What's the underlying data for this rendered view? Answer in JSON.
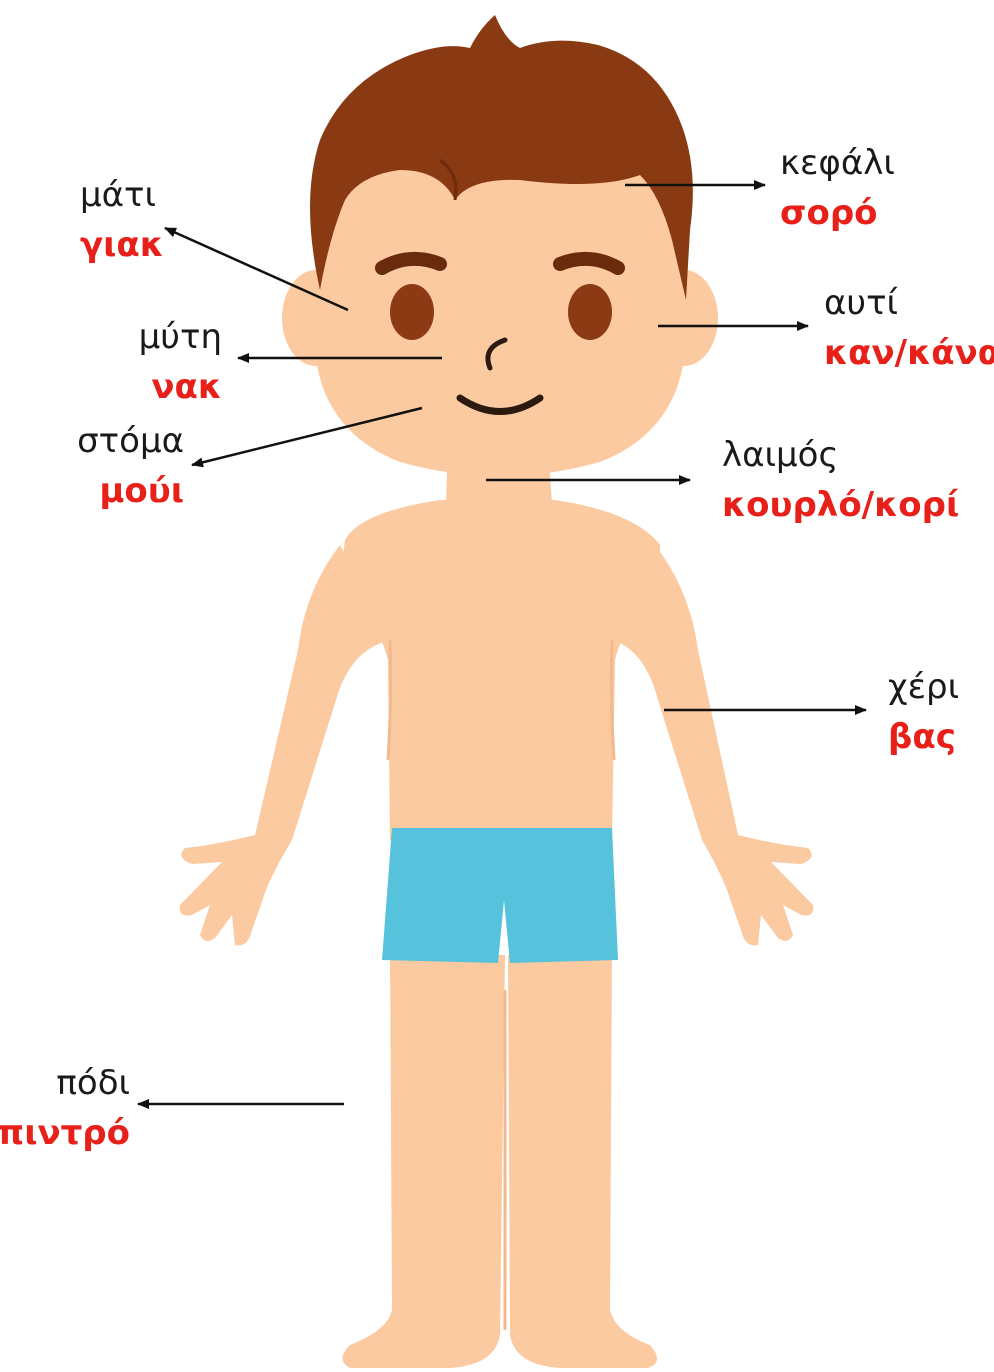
{
  "labels": {
    "head": {
      "greek": "κεφάλι",
      "translation": "σορό"
    },
    "eye": {
      "greek": "μάτι",
      "translation": "γιακ"
    },
    "ear": {
      "greek": "αυτί",
      "translation": "καν/κάνα"
    },
    "nose": {
      "greek": "μύτη",
      "translation": "νακ"
    },
    "mouth": {
      "greek": "στόμα",
      "translation": "μούι"
    },
    "neck": {
      "greek": "λαιμός",
      "translation": "κουρλό/κορί"
    },
    "hand": {
      "greek": "χέρι",
      "translation": "βας"
    },
    "foot": {
      "greek": "πόδι",
      "translation": "πιντρό"
    }
  },
  "colors": {
    "skin": "#fccaa0",
    "skin_shadow": "#f3b98e",
    "hair": "#8a3a12",
    "hair_dark": "#6e2c0c",
    "eyes": "#8b3a14",
    "brows": "#6a2a0c",
    "shorts": "#56c2dc",
    "greek_text": "#1a1a1a",
    "translation_text": "#e8201a",
    "arrow": "#111111"
  }
}
